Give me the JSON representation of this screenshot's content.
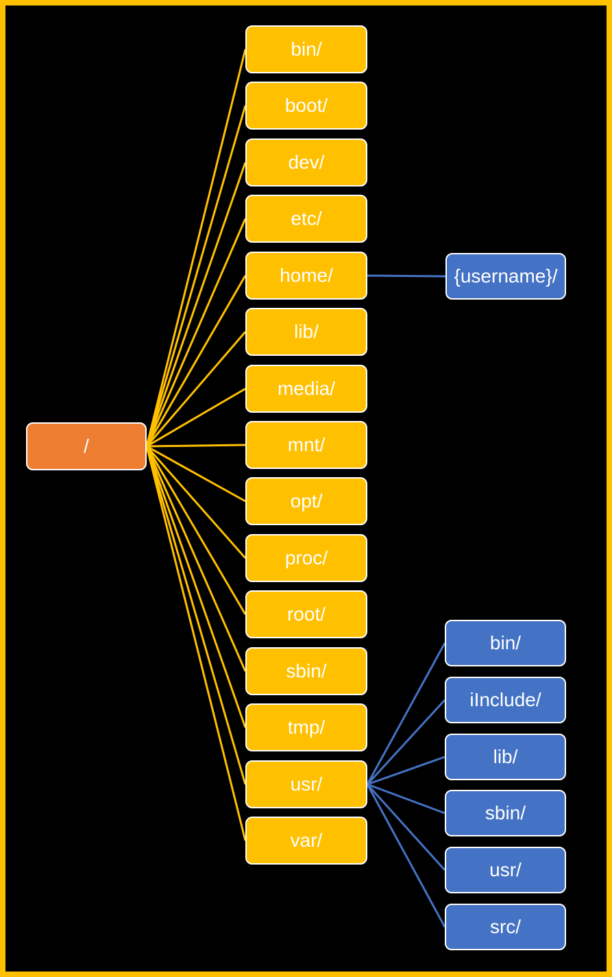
{
  "diagram": {
    "root": {
      "label": "/"
    },
    "root_children": [
      {
        "label": "bin/"
      },
      {
        "label": "boot/"
      },
      {
        "label": "dev/"
      },
      {
        "label": "etc/"
      },
      {
        "label": "home/"
      },
      {
        "label": "lib/"
      },
      {
        "label": "media/"
      },
      {
        "label": "mnt/"
      },
      {
        "label": "opt/"
      },
      {
        "label": "proc/"
      },
      {
        "label": "root/"
      },
      {
        "label": "sbin/"
      },
      {
        "label": "tmp/"
      },
      {
        "label": "usr/"
      },
      {
        "label": "var/"
      }
    ],
    "home_children": [
      {
        "label": "{username}/"
      }
    ],
    "usr_children": [
      {
        "label": "bin/"
      },
      {
        "label": "iInclude/"
      },
      {
        "label": "lib/"
      },
      {
        "label": "sbin/"
      },
      {
        "label": "usr/"
      },
      {
        "label": "src/"
      }
    ],
    "colors": {
      "background": "#000000",
      "frame_border": "#FFC000",
      "root_fill": "#ED7D31",
      "level1_fill": "#FFC000",
      "level2_fill": "#4472C4",
      "node_border": "#FFFFFF",
      "text": "#FFFFFF",
      "line_gold": "#FFC000",
      "line_blue": "#4472C4"
    }
  }
}
